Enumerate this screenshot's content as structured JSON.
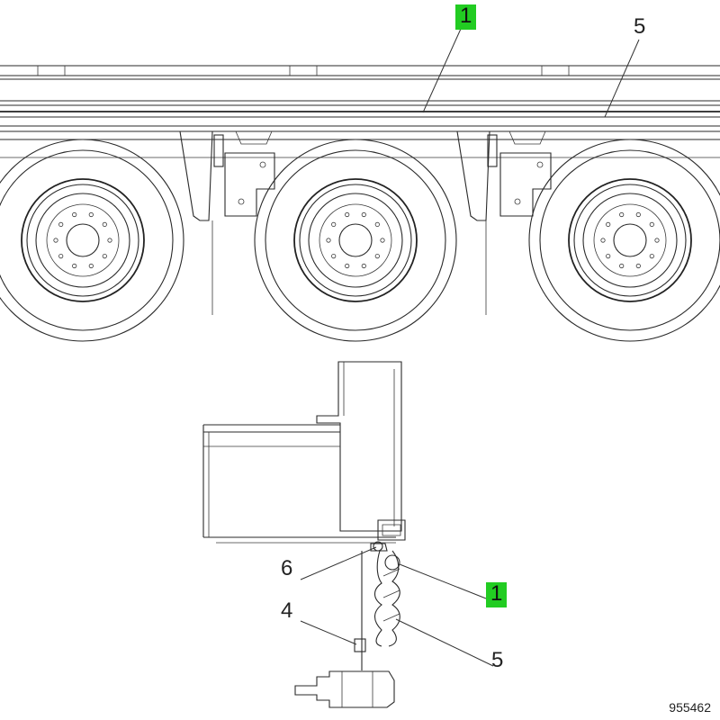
{
  "callouts": {
    "top_1": "1",
    "top_5": "5",
    "bottom_6": "6",
    "bottom_1": "1",
    "bottom_4": "4",
    "bottom_5": "5"
  },
  "reference_number": "955462",
  "colors": {
    "highlight": "#22cc22",
    "line": "#2a2a2a"
  }
}
